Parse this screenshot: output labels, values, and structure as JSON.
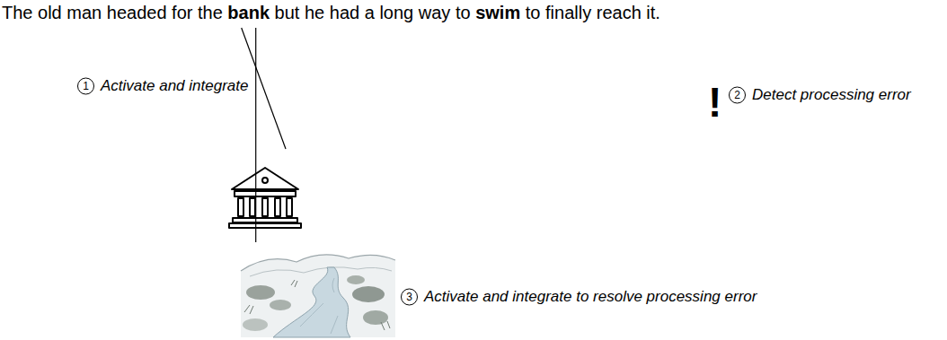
{
  "diagram": {
    "title": "The old man headed for the bank but he had a long way to swim to finally reach it.",
    "labels": [
      "1",
      "Activate and integrate",
      "!",
      "2",
      "Detect processing error",
      "3",
      "Activate and integrate to resolve processing error"
    ]
  }
}
